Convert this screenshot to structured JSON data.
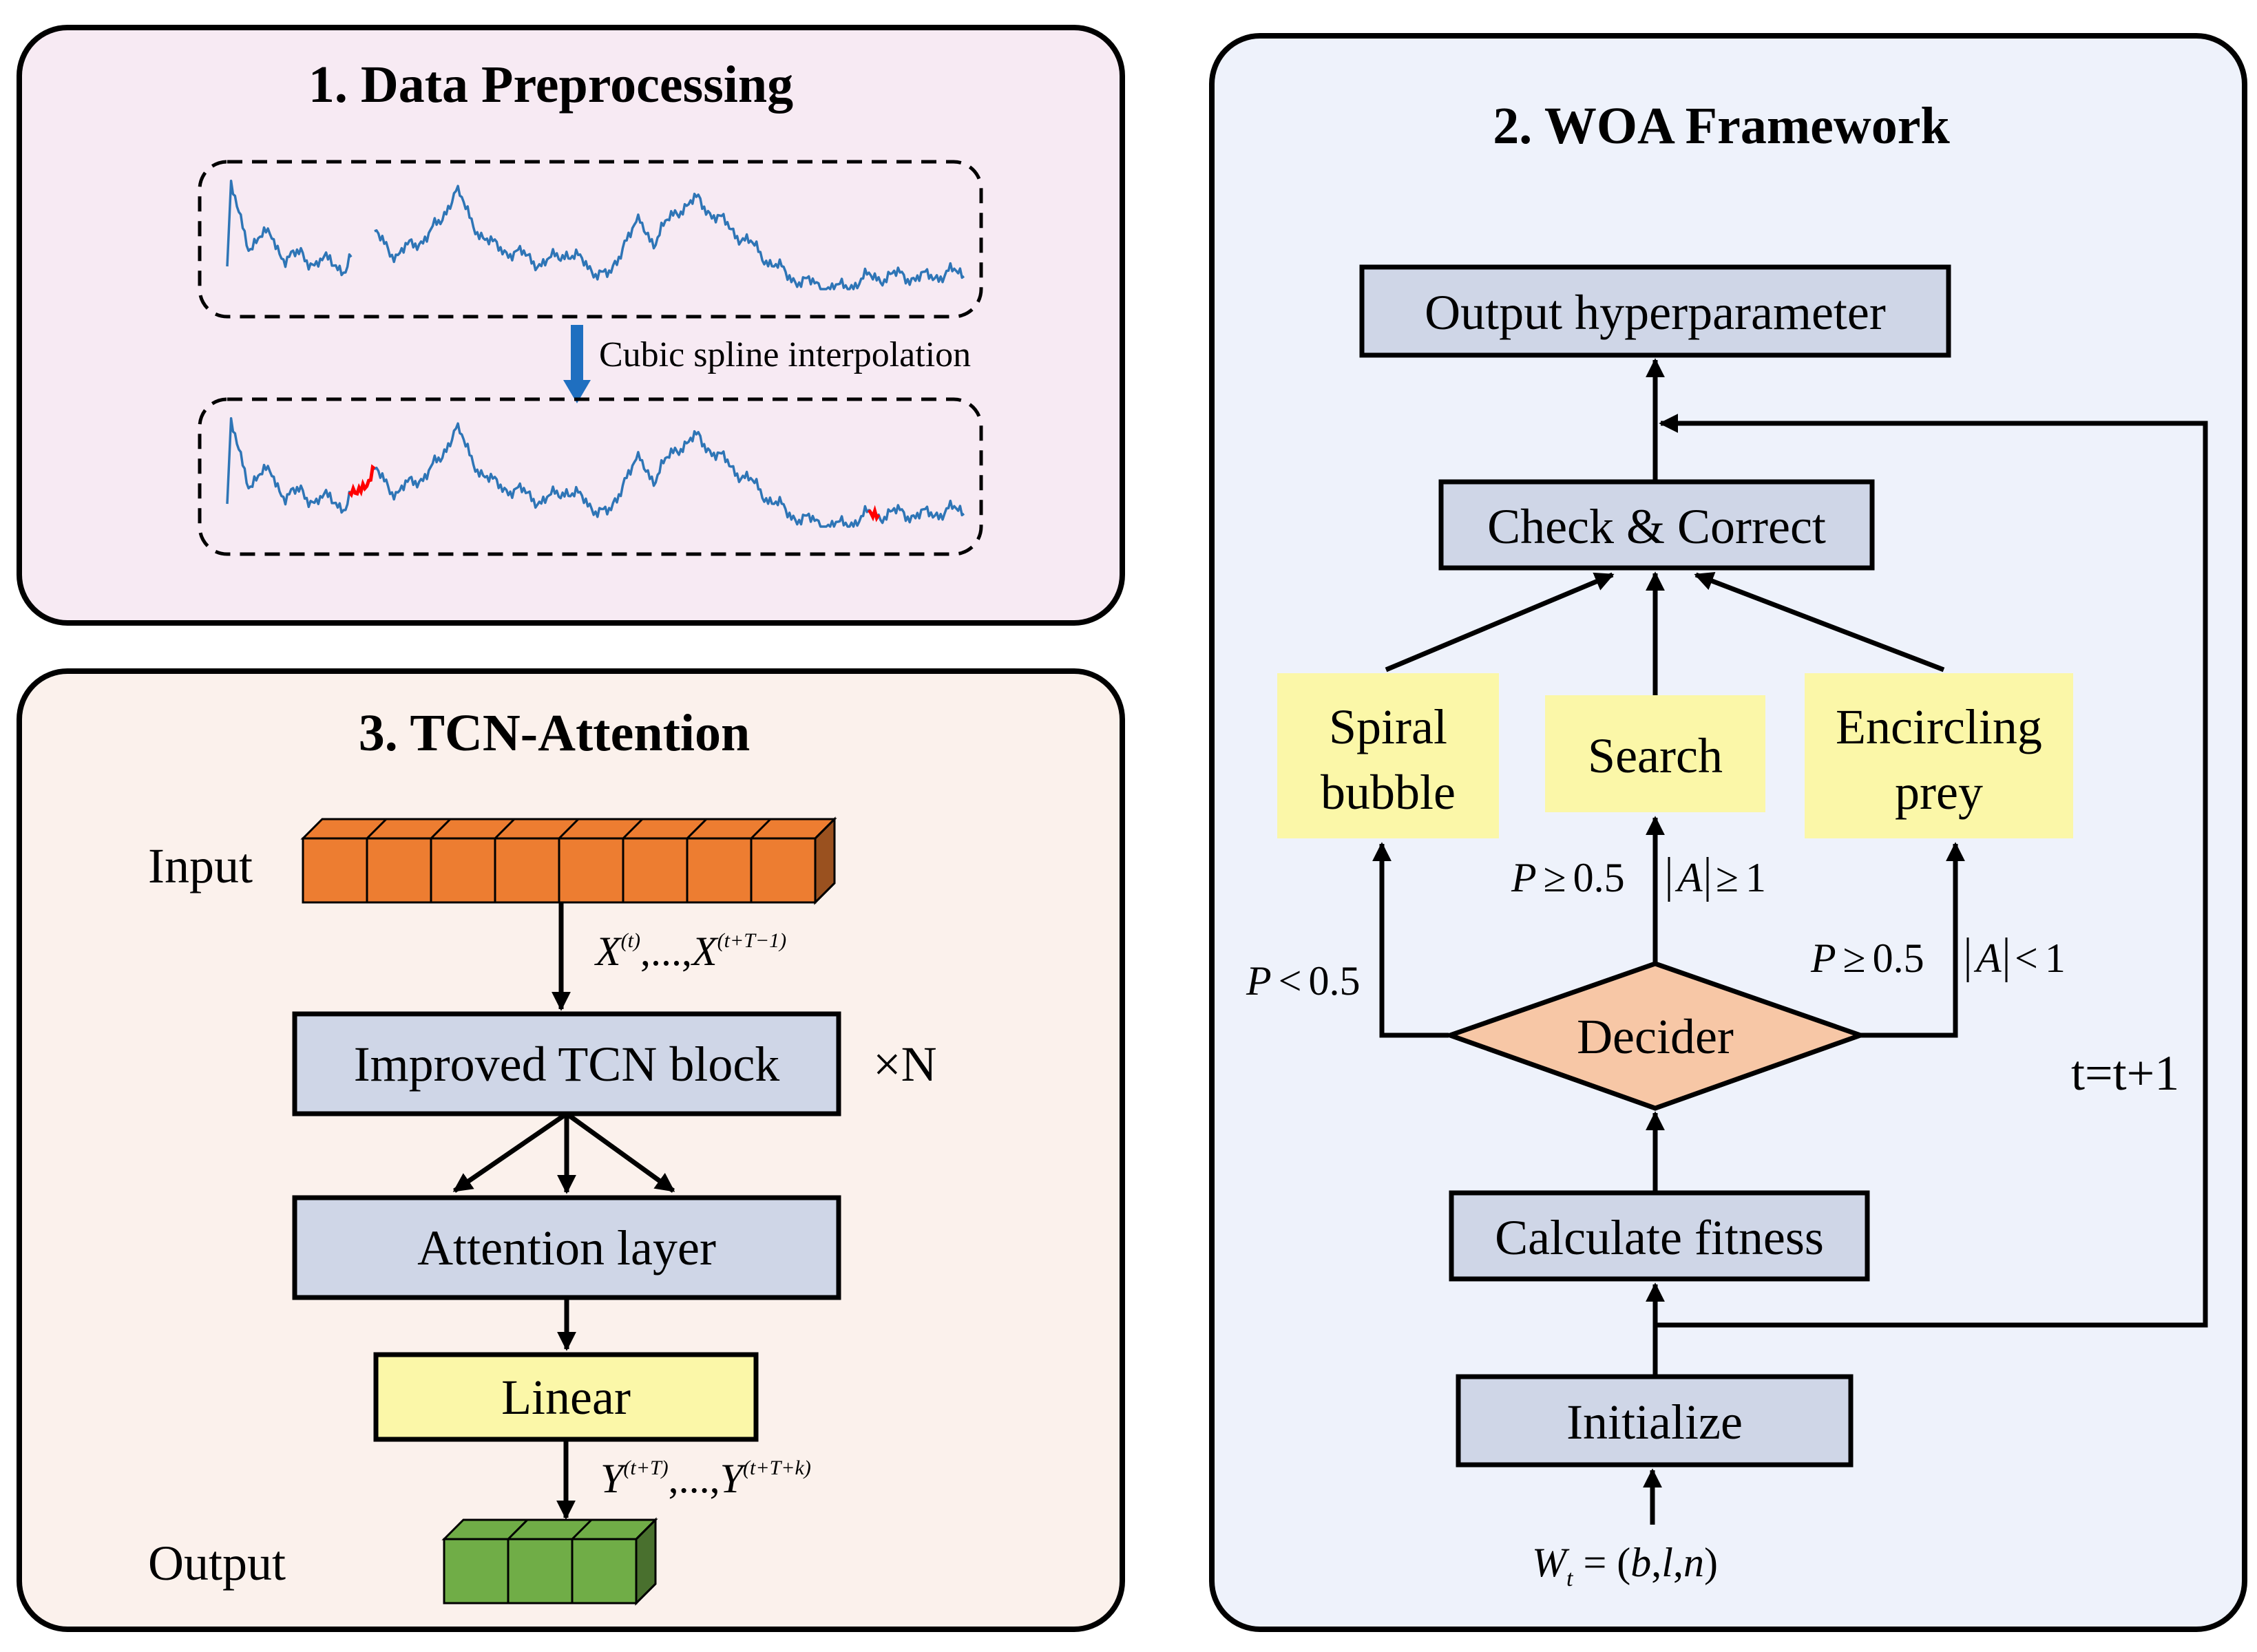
{
  "colors": {
    "panel1_bg": "#f7eaf3",
    "panel2_bg": "#eef2fb",
    "panel3_bg": "#fbf1ec",
    "box_blue_fill": "#cfd6e7",
    "box_yellow_fill": "#fbf7a8",
    "box_yellow_border": "#2f5597",
    "decider_fill": "#f7c7a6",
    "input_orange": "#ed7d31",
    "output_green": "#70ad47",
    "signal_blue": "#2e75b6",
    "interp_red": "#ff0000",
    "down_arrow": "#1f6fc0"
  },
  "panel_preprocessing": {
    "title": "1. Data Preprocessing",
    "arrow_label": "Cubic spline interpolation"
  },
  "panel_woa": {
    "title": "2. WOA Framework",
    "output_hyperparameter": "Output hyperparameter",
    "check_correct": "Check & Correct",
    "spiral_line1": "Spiral",
    "spiral_line2": "bubble",
    "search": "Search",
    "encircling_line1": "Encircling",
    "encircling_line2": "prey",
    "decider": "Decider",
    "calculate_fitness": "Calculate fitness",
    "initialize": "Initialize",
    "loop_label": "t=t+1",
    "cond_spiral": {
      "P": "P",
      "op": "<",
      "val": "0.5"
    },
    "cond_search_p": {
      "P": "P",
      "op": "≥",
      "val": "0.5"
    },
    "cond_search_a": {
      "A": "A",
      "op": "≥",
      "val": "1"
    },
    "cond_encircle_p": {
      "P": "P",
      "op": "≥",
      "val": "0.5"
    },
    "cond_encircle_a": {
      "A": "A",
      "op": "<",
      "val": "1"
    },
    "init_formula": {
      "W": "W",
      "sub": "t",
      "eq": " = (",
      "b": "b",
      "c1": ",",
      "l": "l",
      "c2": ",",
      "n": "n",
      "close": ")"
    }
  },
  "panel_tcn": {
    "title": "3. TCN-Attention",
    "input_label": "Input",
    "output_label": "Output",
    "improved_block": "Improved TCN block",
    "repeat": "×N",
    "attention_layer": "Attention layer",
    "linear": "Linear",
    "input_seq": {
      "X": "X",
      "sup1": "(t)",
      "dots": ",...,",
      "sup2": "(t+T−1)"
    },
    "output_seq": {
      "Y": "Y",
      "sup1": "(t+T)",
      "dots": ",...,",
      "sup2": "(t+T+k)"
    }
  }
}
